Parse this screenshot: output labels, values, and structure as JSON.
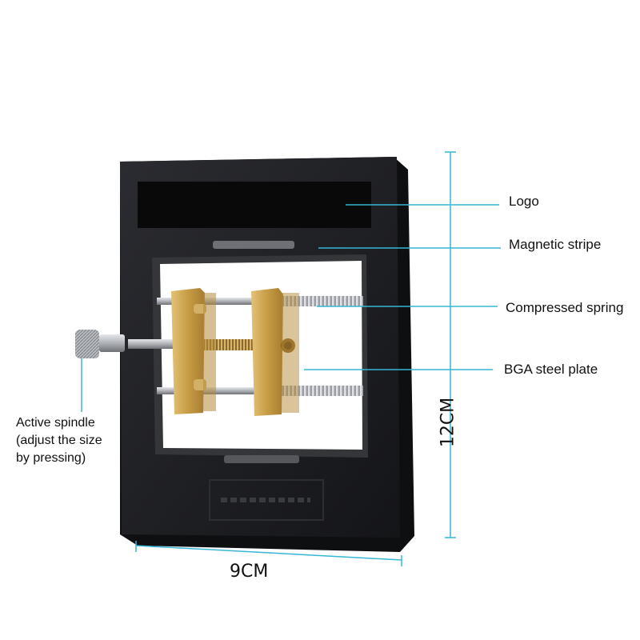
{
  "labels": {
    "logo": "Logo",
    "magnetic_stripe": "Magnetic stripe",
    "compressed_spring": "Compressed spring",
    "bga_plate": "BGA steel plate",
    "spindle_line1": "Active spindle",
    "spindle_line2": "(adjust the size",
    "spindle_line3": "by pressing)"
  },
  "dimensions": {
    "width": "9CM",
    "height": "12CM"
  },
  "colors": {
    "frame": "#1c1d20",
    "frame_edge": "#2c2d31",
    "brass": "#c9a24e",
    "rod": "#b9bcc1",
    "guide_line": "#37b6d6"
  }
}
